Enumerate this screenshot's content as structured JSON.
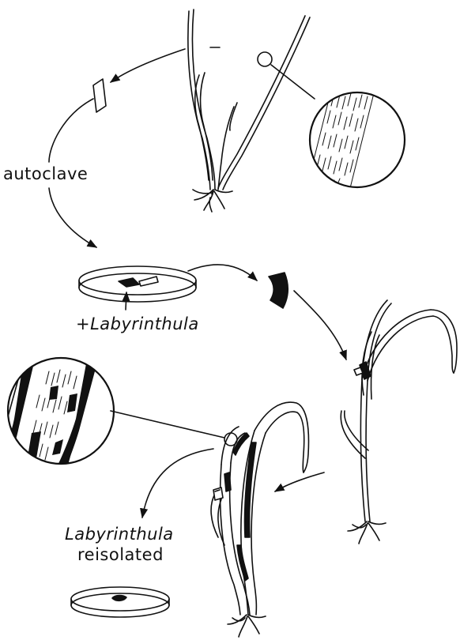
{
  "labels": {
    "autoclave": "autoclave",
    "plus_labyrinthula": "+Labyrinthula",
    "labyrinthula": "Labyrinthula",
    "reisolated": "reisolated"
  },
  "colors": {
    "ink": "#111111",
    "background": "#ffffff"
  }
}
